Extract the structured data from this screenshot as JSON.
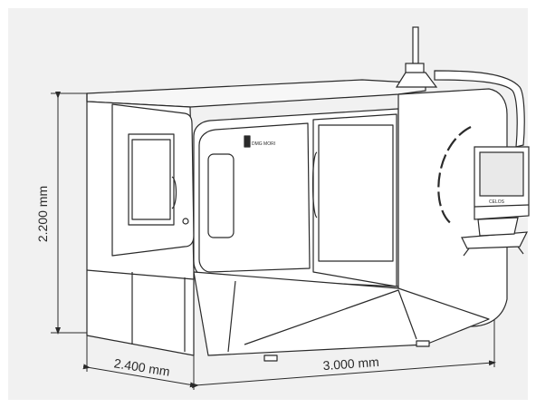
{
  "dimensions": {
    "height_label": "2.200 mm",
    "depth_label": "2.400 mm",
    "width_label": "3.000 mm"
  },
  "machine": {
    "logo_text": "DMG MORI",
    "control_panel_label": "CELOS"
  },
  "colors": {
    "background": "#f1f1f1",
    "line": "#2a2a2a",
    "screen": "#e9e9e9"
  }
}
